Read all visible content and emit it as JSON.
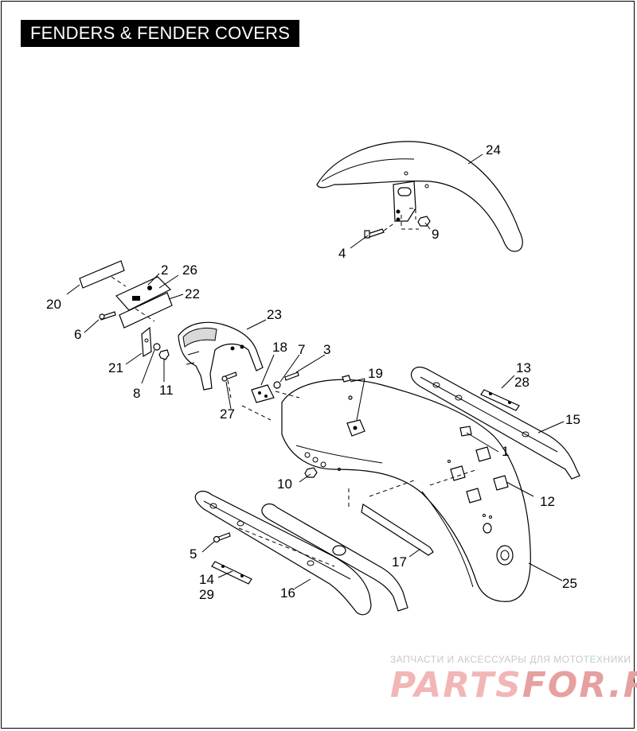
{
  "title": "FENDERS & FENDER COVERS",
  "callouts": {
    "c1": "1",
    "c2": "2",
    "c3": "3",
    "c4": "4",
    "c5": "5",
    "c6": "6",
    "c7": "7",
    "c8": "8",
    "c9": "9",
    "c10": "10",
    "c11": "11",
    "c12": "12",
    "c13": "13",
    "c14": "14",
    "c15": "15",
    "c16": "16",
    "c17": "17",
    "c18": "18",
    "c19": "19",
    "c20": "20",
    "c21": "21",
    "c22": "22",
    "c23": "23",
    "c24": "24",
    "c25": "25",
    "c26": "26",
    "c27": "27",
    "c28": "28",
    "c29": "29"
  },
  "watermark": {
    "tagline": "ЗАПЧАСТИ И АКСЕССУАРЫ ДЛЯ МОТОТЕХНИКИ",
    "brand_a": "PARTS",
    "brand_b": "FOR.RU"
  }
}
